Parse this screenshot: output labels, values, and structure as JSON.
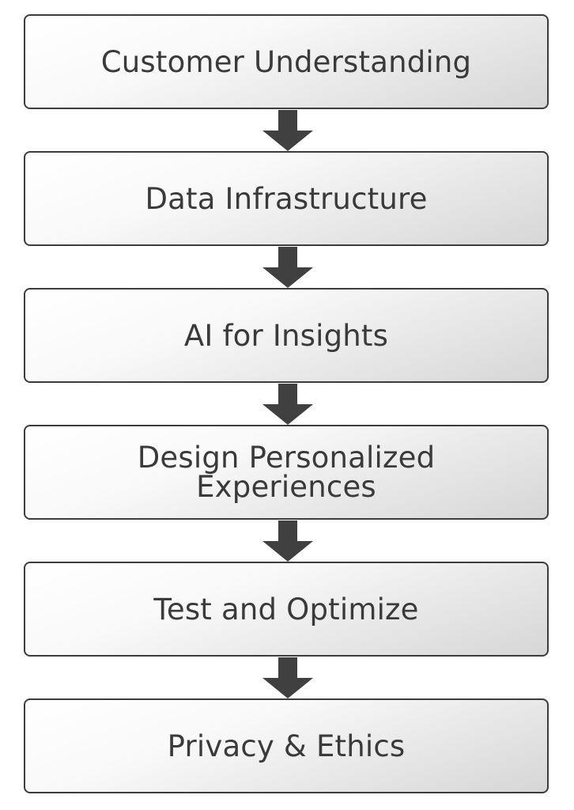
{
  "flow": {
    "steps": [
      {
        "label": "Customer Understanding"
      },
      {
        "label": "Data Infrastructure"
      },
      {
        "label": "AI for Insights"
      },
      {
        "label": "Design Personalized\nExperiences"
      },
      {
        "label": "Test and Optimize"
      },
      {
        "label": "Privacy & Ethics"
      }
    ],
    "arrow_color": "#404040",
    "box_border_color": "#3c3c3c",
    "text_color": "#3a3a3a"
  }
}
